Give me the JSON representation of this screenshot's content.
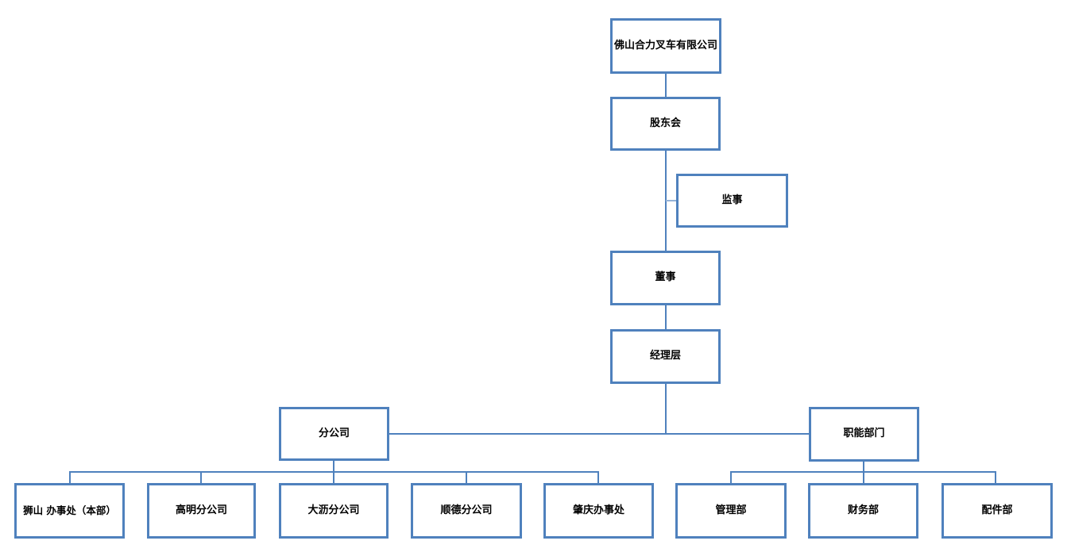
{
  "diagram": {
    "type": "org-chart",
    "company": "佛山合力叉车有限公司",
    "colors": {
      "box_border": "#4f81bd",
      "connector": "#4f81bd",
      "connector_light": "#95b3d7",
      "text": "#000000",
      "background": "#ffffff"
    },
    "nodes": {
      "company": {
        "label": "佛山合力叉车有限公司"
      },
      "shareholders": {
        "label": "股东会"
      },
      "supervisor": {
        "label": "监事"
      },
      "director": {
        "label": "董事"
      },
      "management": {
        "label": "经理层"
      },
      "branches": {
        "label": "分公司"
      },
      "functional": {
        "label": "职能部门"
      },
      "shishan": {
        "label": "狮山 办事处（本部）"
      },
      "gaoming": {
        "label": "高明分公司"
      },
      "dali": {
        "label": "大沥分公司"
      },
      "shunde": {
        "label": "顺德分公司"
      },
      "zhaoqing": {
        "label": "肇庆办事处"
      },
      "mgmt_dept": {
        "label": "管理部"
      },
      "finance_dept": {
        "label": "财务部"
      },
      "parts_dept": {
        "label": "配件部"
      }
    },
    "edges": [
      {
        "from": "company",
        "to": "shareholders"
      },
      {
        "from": "shareholders",
        "to": "director"
      },
      {
        "from": "shareholders",
        "to": "supervisor",
        "style": "side-branch"
      },
      {
        "from": "director",
        "to": "management"
      },
      {
        "from": "management",
        "to": "branches"
      },
      {
        "from": "management",
        "to": "functional"
      },
      {
        "from": "branches",
        "to": "shishan"
      },
      {
        "from": "branches",
        "to": "gaoming"
      },
      {
        "from": "branches",
        "to": "dali"
      },
      {
        "from": "branches",
        "to": "shunde"
      },
      {
        "from": "branches",
        "to": "zhaoqing"
      },
      {
        "from": "functional",
        "to": "mgmt_dept"
      },
      {
        "from": "functional",
        "to": "finance_dept"
      },
      {
        "from": "functional",
        "to": "parts_dept"
      }
    ]
  }
}
